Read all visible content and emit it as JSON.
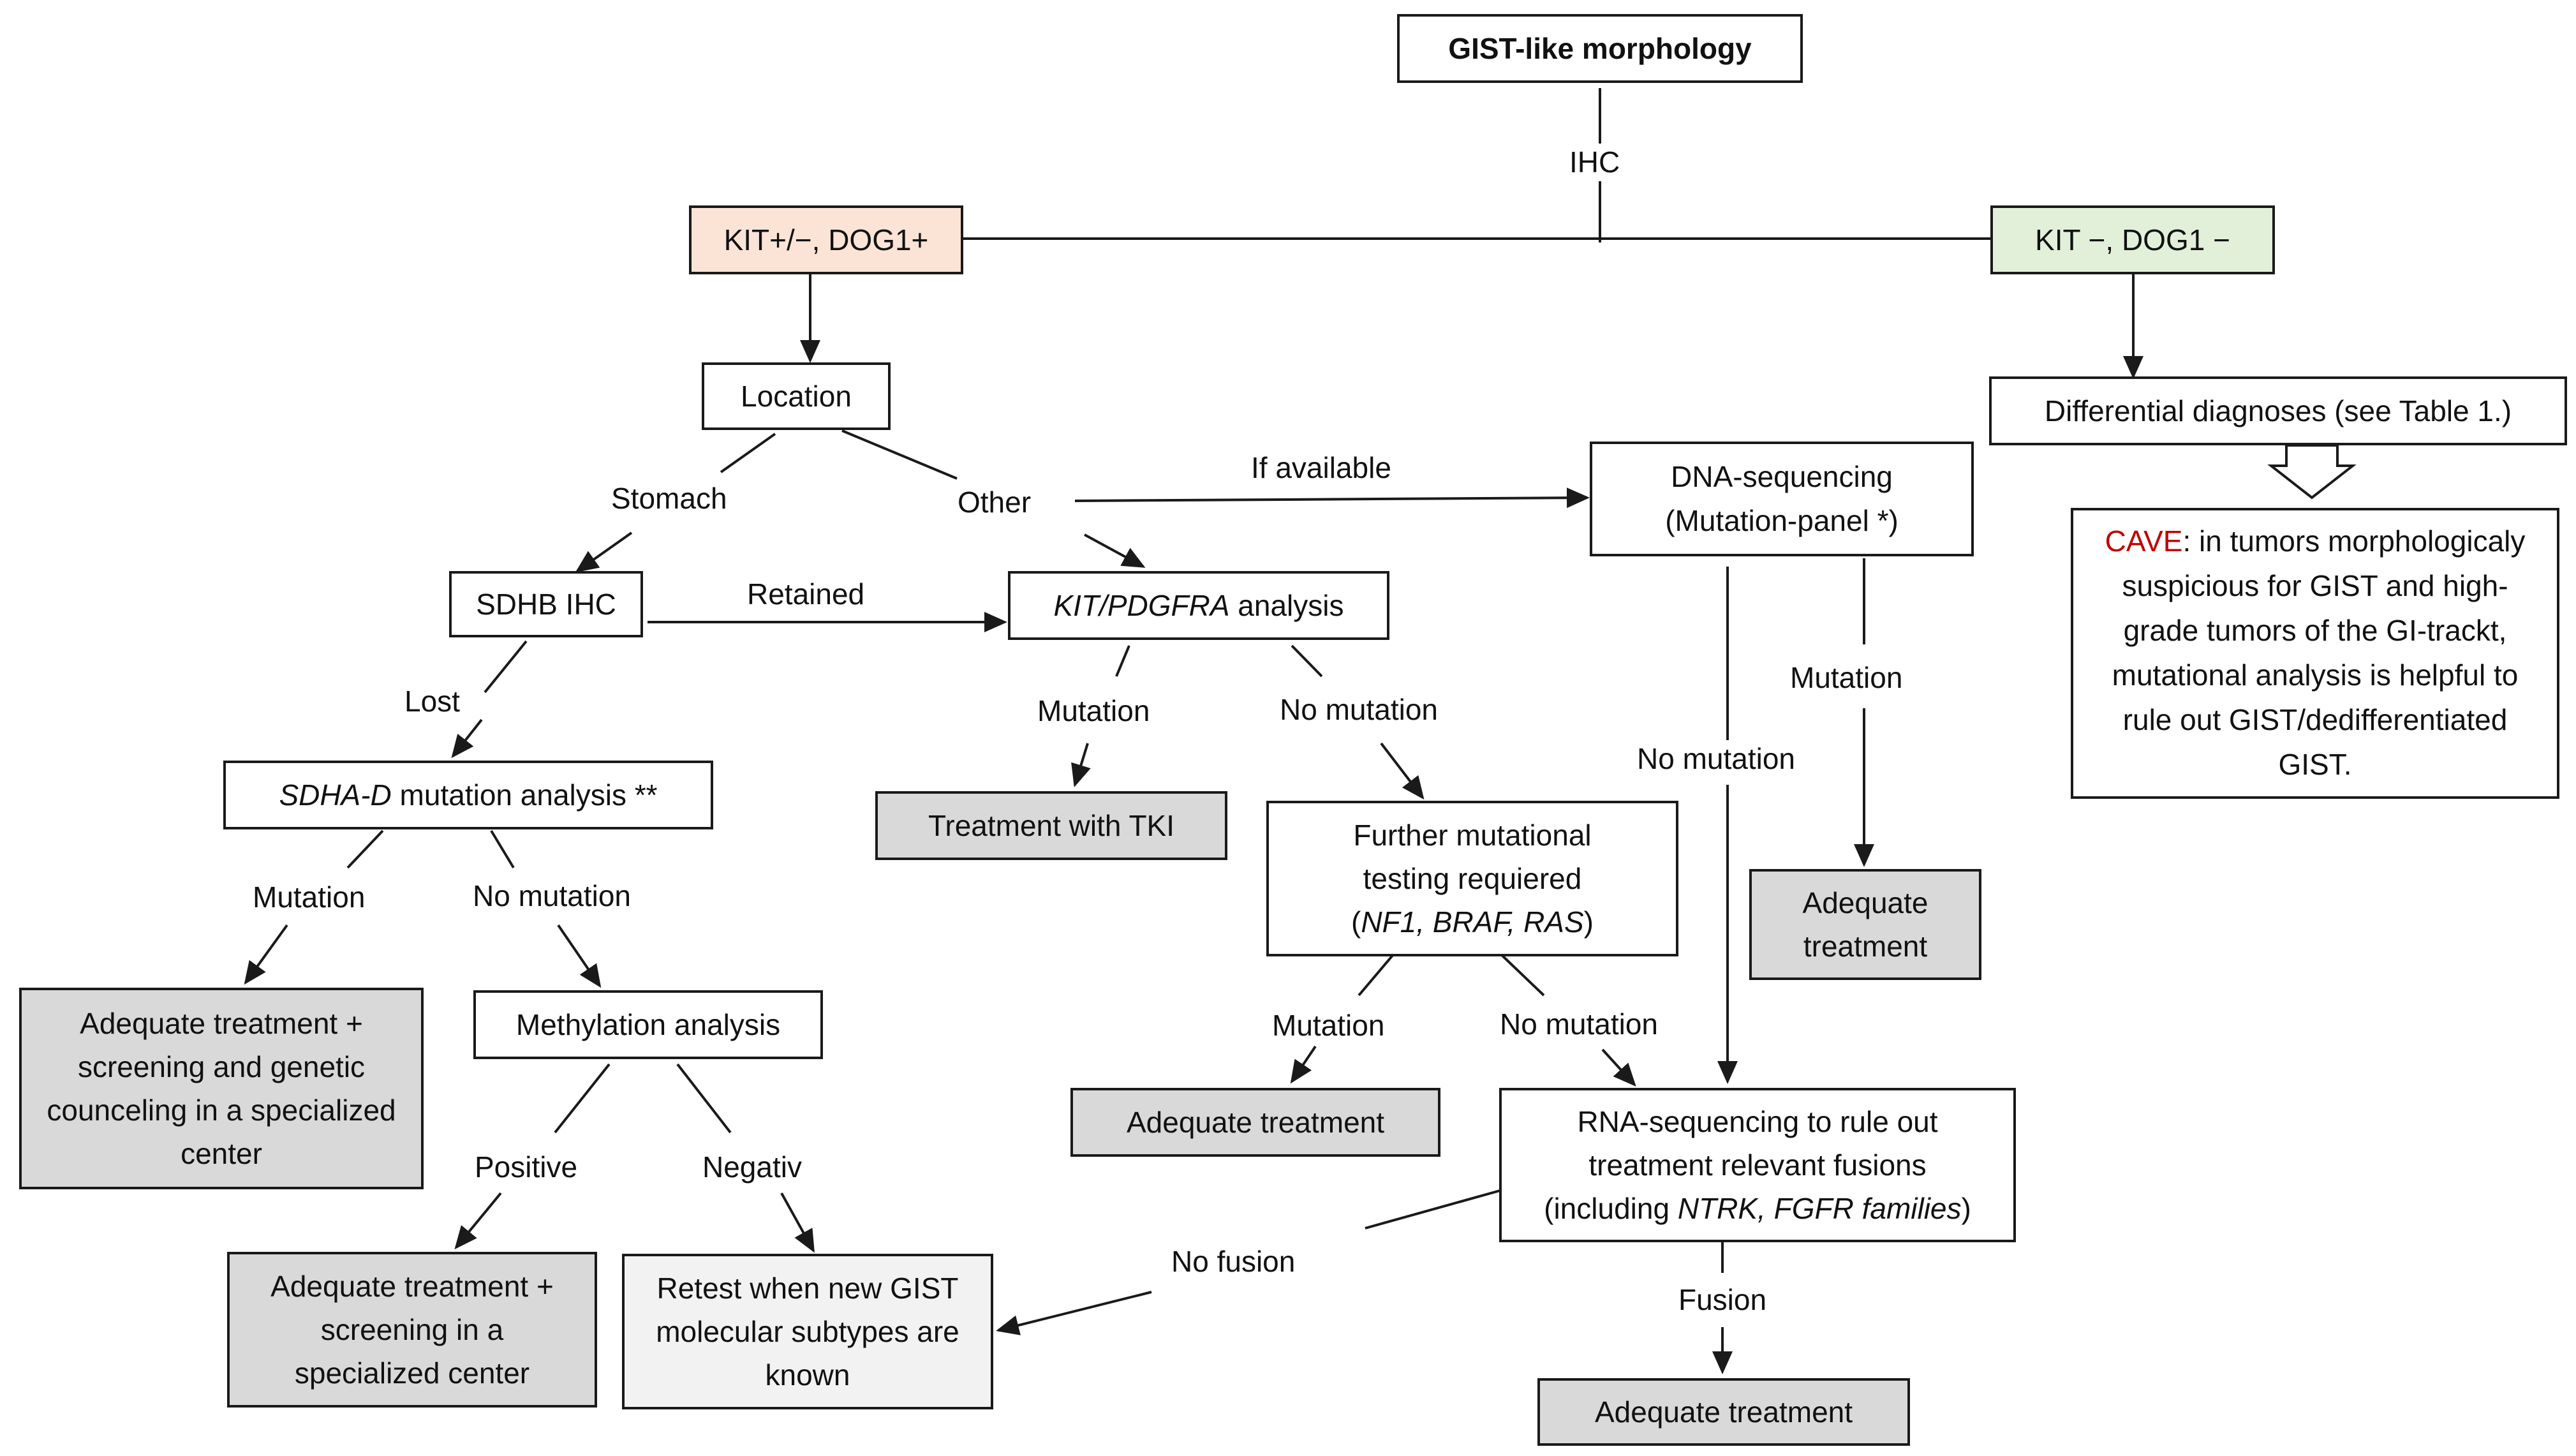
{
  "nodes": {
    "gist_morphology": "GIST-like morphology",
    "kit_pos": "KIT+/−, DOG1+",
    "kit_neg": "KIT −, DOG1 −",
    "location": "Location",
    "differential": "Differential diagnoses (see Table 1.)",
    "dna_seq_1": "DNA-sequencing",
    "dna_seq_2": "(Mutation-panel *)",
    "cave_label": "CAVE",
    "cave_text": ": in tumors morphologicaly suspicious for GIST and high-grade tumors of the GI-trackt, mutational analysis is helpful to rule out GIST/dedifferentiated GIST.",
    "sdhb_ihc": "SDHB IHC",
    "kit_pdgfra_gene": "KIT/PDGFRA",
    "kit_pdgfra_rest": " analysis",
    "sdha_gene": "SDHA-D",
    "sdha_rest": " mutation analysis **",
    "treatment_tki": "Treatment with TKI",
    "further_1": "Further mutational",
    "further_2": "testing requiered",
    "further_genes_open": "(",
    "further_genes": "NF1, BRAF, RAS",
    "further_genes_close": ")",
    "adequate_dna": "Adequate treatment",
    "adequate_screening_genetic": "Adequate treatment + screening and genetic counceling in a specialized center",
    "methylation": "Methylation analysis",
    "adequate_mid": "Adequate treatment",
    "rna_1": "RNA-sequencing to rule out",
    "rna_2": "treatment relevant fusions",
    "rna_3a": "(including ",
    "rna_3b": "NTRK, FGFR families",
    "rna_3c": ")",
    "adequate_screening": "Adequate treatment + screening in a specialized center",
    "retest": "Retest when new GIST molecular subtypes are known",
    "adequate_fusion": "Adequate treatment"
  },
  "edge_labels": {
    "ihc": "IHC",
    "stomach": "Stomach",
    "other": "Other",
    "if_available": "If available",
    "retained": "Retained",
    "lost": "Lost",
    "kit_mutation": "Mutation",
    "kit_no_mutation": "No mutation",
    "dna_mutation": "Mutation",
    "dna_no_mutation": "No mutation",
    "sdha_mutation": "Mutation",
    "sdha_no_mutation": "No mutation",
    "further_mutation": "Mutation",
    "further_no_mutation": "No mutation",
    "positive": "Positive",
    "negative": "Negativ",
    "no_fusion": "No fusion",
    "fusion": "Fusion"
  },
  "colors": {
    "line": "#1a1a1a",
    "terminal_fill": "#d9d9d9",
    "kit_pos_fill": "#fbe4d5",
    "kit_neg_fill": "#e2f0d9",
    "cave_label": "#c00000"
  }
}
